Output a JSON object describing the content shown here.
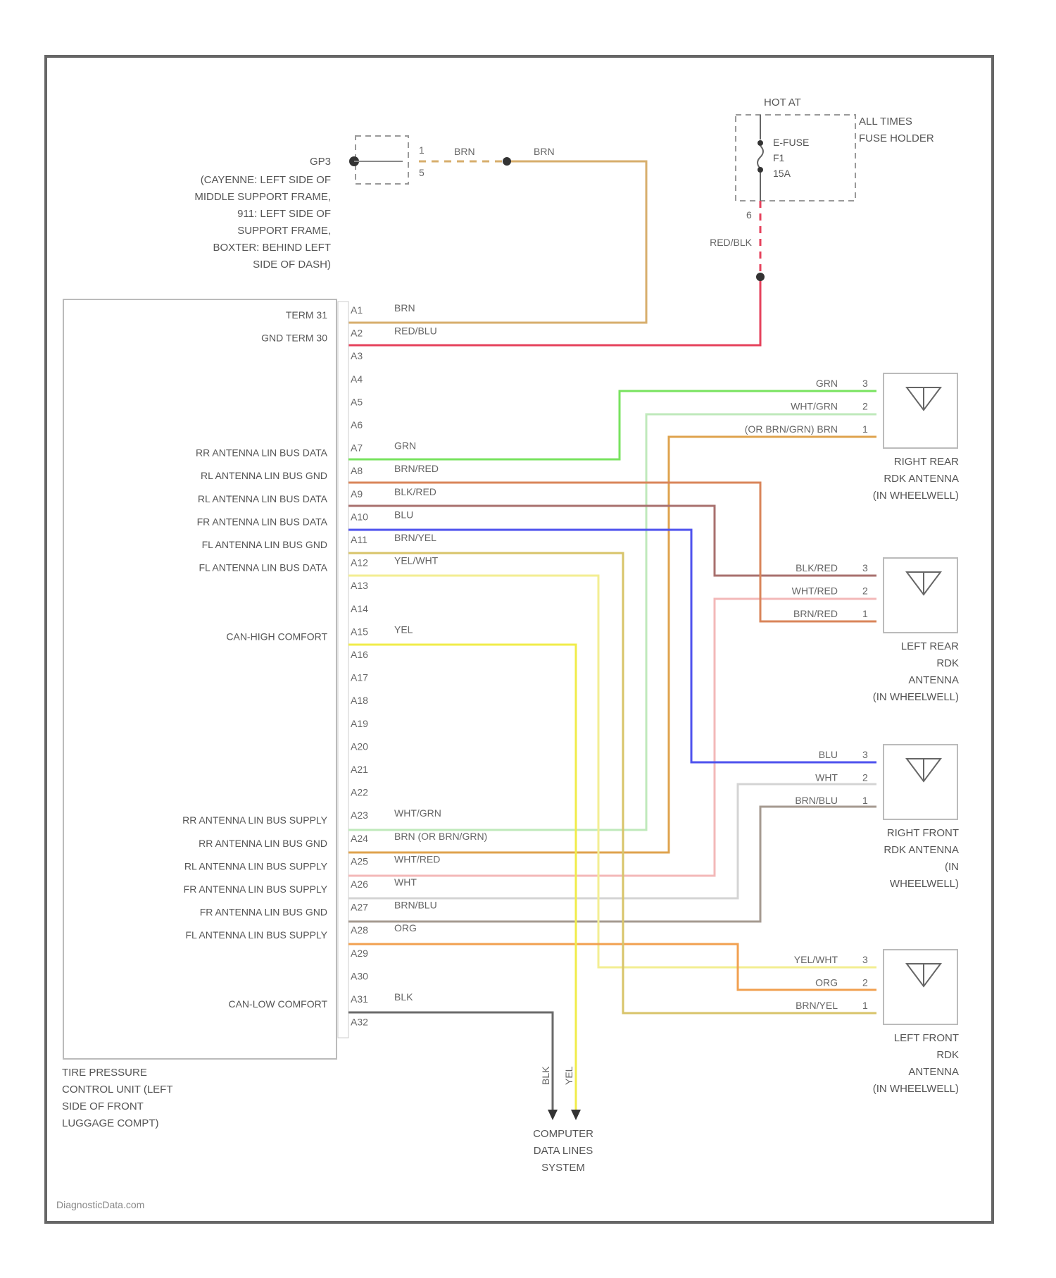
{
  "colors": {
    "BRN": "#d7ae6c",
    "RED_BLK": "#e6425c",
    "GRN": "#78e35f",
    "WHT_GRN": "#bfe9bb",
    "ORG_BRN": "#dfa34e",
    "BRN_RED": "#d9855a",
    "BLK_RED": "#a8706e",
    "BLU": "#4e52ee",
    "BRN_YEL": "#d8c46a",
    "YEL_WHT": "#f3ee92",
    "YEL": "#f0ec4a",
    "WHT_RED": "#f3b8b8",
    "WHT": "#d4d4d4",
    "BRN_BLU": "#a59a90",
    "ORG": "#f1a050",
    "BLK": "#6a6a6a"
  },
  "diagram": {
    "gp_connector": {
      "id": "GP3",
      "location_lines": [
        "(CAYENNE: LEFT SIDE OF",
        "MIDDLE SUPPORT FRAME,",
        "911: LEFT SIDE OF",
        "SUPPORT FRAME,",
        "BOXTER: BEHIND LEFT",
        "SIDE OF DASH)"
      ],
      "pin_top": "1",
      "pin_bottom": "5"
    },
    "fuse": {
      "hot_label": "HOT AT",
      "holder_lines": [
        "ALL TIMES",
        "FUSE HOLDER"
      ],
      "fuse_lines": [
        "E-FUSE",
        "F1",
        "15A"
      ],
      "pin": "6"
    },
    "control_unit": {
      "caption_lines": [
        "TIRE PRESSURE",
        "CONTROL UNIT (LEFT",
        "SIDE OF  FRONT",
        "LUGGAGE COMPT)"
      ],
      "pins": [
        "A1",
        "A2",
        "A3",
        "A4",
        "A5",
        "A6",
        "A7",
        "A8",
        "A9",
        "A10",
        "A11",
        "A12",
        "A13",
        "A14",
        "A15",
        "A16",
        "A17",
        "A18",
        "A19",
        "A20",
        "A21",
        "A22",
        "A23",
        "A24",
        "A25",
        "A26",
        "A27",
        "A28",
        "A29",
        "A30",
        "A31",
        "A32"
      ],
      "pin_functions": [
        "TERM 31",
        "GND TERM 30",
        "",
        "",
        "",
        "",
        "RR ANTENNA LIN BUS DATA",
        "RL ANTENNA LIN BUS GND",
        "RL ANTENNA LIN BUS DATA",
        "FR ANTENNA LIN BUS DATA",
        "FL ANTENNA LIN BUS GND",
        "FL ANTENNA LIN BUS DATA",
        "",
        "",
        "CAN-HIGH COMFORT",
        "",
        "",
        "",
        "",
        "",
        "",
        "",
        "RR ANTENNA LIN BUS SUPPLY",
        "RR ANTENNA LIN BUS GND",
        "RL ANTENNA LIN BUS SUPPLY",
        "FR ANTENNA LIN BUS SUPPLY",
        "FR ANTENNA LIN BUS GND",
        "FL ANTENNA LIN BUS SUPPLY",
        "",
        "",
        "CAN-LOW COMFORT",
        ""
      ],
      "pin_wires": [
        "BRN",
        "RED/BLU",
        "",
        "",
        "",
        "",
        "GRN",
        "BRN/RED",
        "BLK/RED",
        "BLU",
        "BRN/YEL",
        "YEL/WHT",
        "",
        "",
        "YEL",
        "",
        "",
        "",
        "",
        "",
        "",
        "",
        "WHT/GRN",
        "BRN (OR BRN/GRN)",
        "WHT/RED",
        "WHT",
        "BRN/BLU",
        "ORG",
        "",
        "",
        "BLK",
        ""
      ]
    },
    "gp_wire_labels": [
      "BRN",
      "BRN"
    ],
    "fuse_wire_label": "RED/BLK",
    "antennas": [
      {
        "name_lines": [
          "RIGHT REAR",
          "RDK ANTENNA",
          "(IN WHEELWELL)"
        ],
        "wires": [
          {
            "label": "GRN",
            "pin": "3"
          },
          {
            "label": "WHT/GRN",
            "pin": "2"
          },
          {
            "label": "(OR BRN/GRN) BRN",
            "pin": "1"
          }
        ]
      },
      {
        "name_lines": [
          "LEFT REAR",
          "RDK",
          "ANTENNA",
          "(IN WHEELWELL)"
        ],
        "wires": [
          {
            "label": "BLK/RED",
            "pin": "3"
          },
          {
            "label": "WHT/RED",
            "pin": "2"
          },
          {
            "label": "BRN/RED",
            "pin": "1"
          }
        ]
      },
      {
        "name_lines": [
          "RIGHT FRONT",
          "RDK ANTENNA",
          "(IN",
          "WHEELWELL)"
        ],
        "wires": [
          {
            "label": "BLU",
            "pin": "3"
          },
          {
            "label": "WHT",
            "pin": "2"
          },
          {
            "label": "BRN/BLU",
            "pin": "1"
          }
        ]
      },
      {
        "name_lines": [
          "LEFT FRONT",
          "RDK",
          "ANTENNA",
          "(IN WHEELWELL)"
        ],
        "wires": [
          {
            "label": "YEL/WHT",
            "pin": "3"
          },
          {
            "label": "ORG",
            "pin": "2"
          },
          {
            "label": "BRN/YEL",
            "pin": "1"
          }
        ]
      }
    ],
    "data_lines": {
      "labels": [
        "BLK",
        "YEL"
      ],
      "name_lines": [
        "COMPUTER",
        "DATA LINES",
        "SYSTEM"
      ]
    },
    "footer": "DiagnosticData.com"
  }
}
